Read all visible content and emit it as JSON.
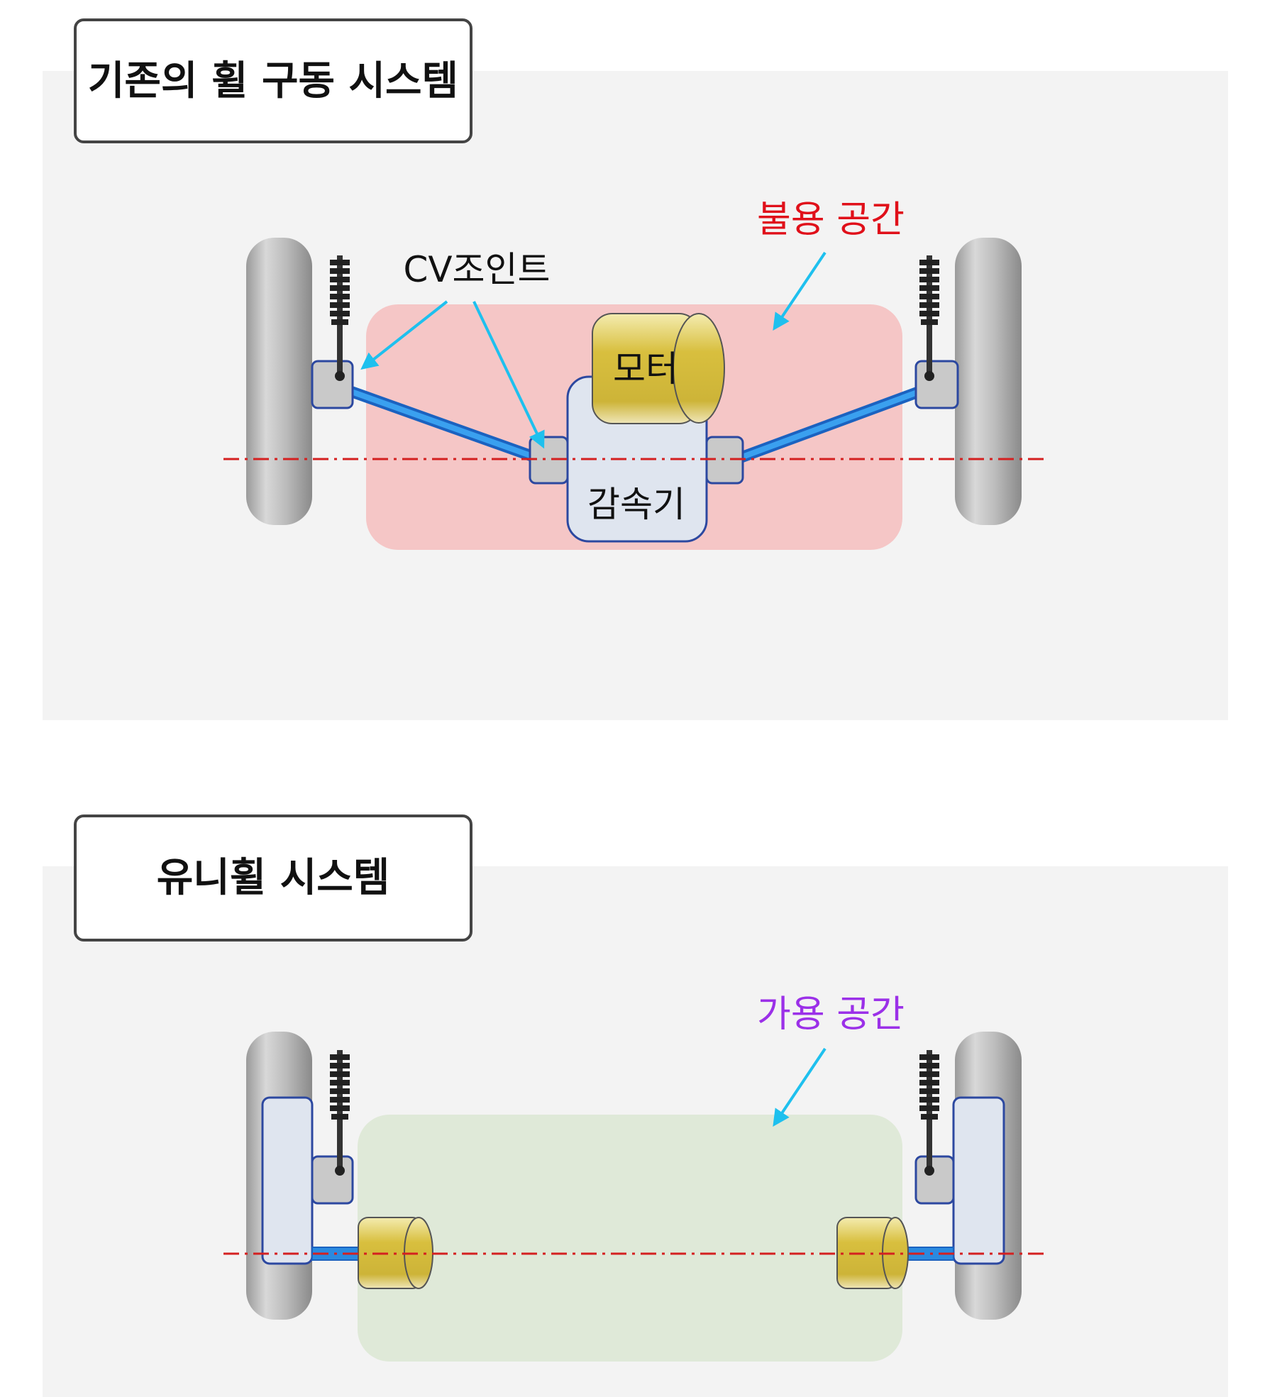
{
  "top_panel": {
    "title": "기존의 휠 구동 시스템",
    "unused_space_label": "불용 공간",
    "cv_joint_label": "CV조인트",
    "motor_label": "모터",
    "reducer_label": "감속기"
  },
  "bottom_panel": {
    "title": "유니휠 시스템",
    "usable_space_label": "가용 공간"
  },
  "colors": {
    "panel_bg": "#f3f3f3",
    "unused_space": "#f5c6c6",
    "usable_space": "#dfe9d8",
    "unused_label": "#e0101a",
    "usable_label": "#9b30e8",
    "arrow": "#1ec0ee",
    "axle_line": "#d42020",
    "shaft": "#2a8ae0",
    "motor": "#d9c44a"
  }
}
